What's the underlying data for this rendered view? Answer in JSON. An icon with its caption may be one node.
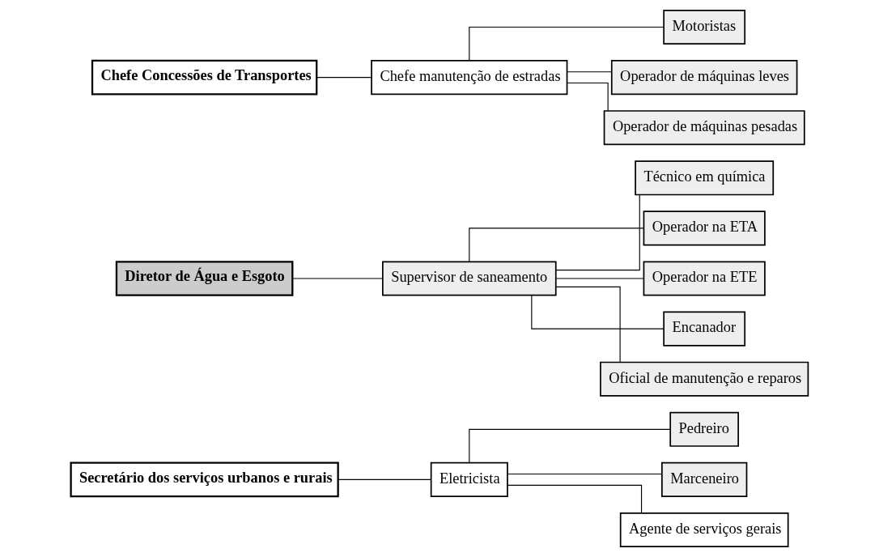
{
  "diagram": {
    "nodes": [
      {
        "text": [
          "Secretário dos serviços urbanos e rurais"
        ]
      },
      {
        "text": [
          "Eletricista"
        ]
      },
      {
        "text": [
          "Pedreiro"
        ]
      },
      {
        "text": [
          "Marceneiro"
        ]
      },
      {
        "text": [
          "Agente de serviços gerais"
        ]
      },
      {
        "text": [
          "Diretor de Água e Esgoto"
        ]
      },
      {
        "text": [
          "Supervisor de saneamento"
        ]
      },
      {
        "text": [
          "Técnico em química"
        ]
      },
      {
        "text": [
          "Operador na ETA"
        ]
      },
      {
        "text": [
          "Operador na ETE"
        ]
      },
      {
        "text": [
          "Encanador"
        ]
      },
      {
        "text": [
          "Oficial de manutenção e reparos"
        ]
      },
      {
        "text": [
          "Chefe Concessões de Transportes"
        ]
      },
      {
        "text": [
          "Chefe manutenção de estradas"
        ]
      },
      {
        "text": [
          "Motoristas"
        ]
      },
      {
        "text": [
          "Operador de máquinas leves"
        ]
      },
      {
        "text": [
          "Operador de máquinas pesadas"
        ]
      }
    ],
    "edges": [
      {
        "from": 0,
        "to": 1,
        "arrow": "none"
      },
      {
        "from": 1,
        "to": 2,
        "arrow": "none"
      },
      {
        "from": 1,
        "to": 3,
        "arrow": "none"
      },
      {
        "from": 1,
        "to": 4,
        "arrow": "none"
      },
      {
        "from": 5,
        "to": 6,
        "arrow": "none"
      },
      {
        "from": 6,
        "to": 7,
        "arrow": "none"
      },
      {
        "from": 6,
        "to": 8,
        "arrow": "none"
      },
      {
        "from": 6,
        "to": 9,
        "arrow": "none"
      },
      {
        "from": 6,
        "to": 10,
        "arrow": "none"
      },
      {
        "from": 6,
        "to": 11,
        "arrow": "none"
      },
      {
        "from": 12,
        "to": 13,
        "arrow": "none"
      },
      {
        "from": 13,
        "to": 14,
        "arrow": "none"
      },
      {
        "from": 13,
        "to": 15,
        "arrow": "none"
      },
      {
        "from": 13,
        "to": 16,
        "arrow": "none"
      }
    ]
  }
}
